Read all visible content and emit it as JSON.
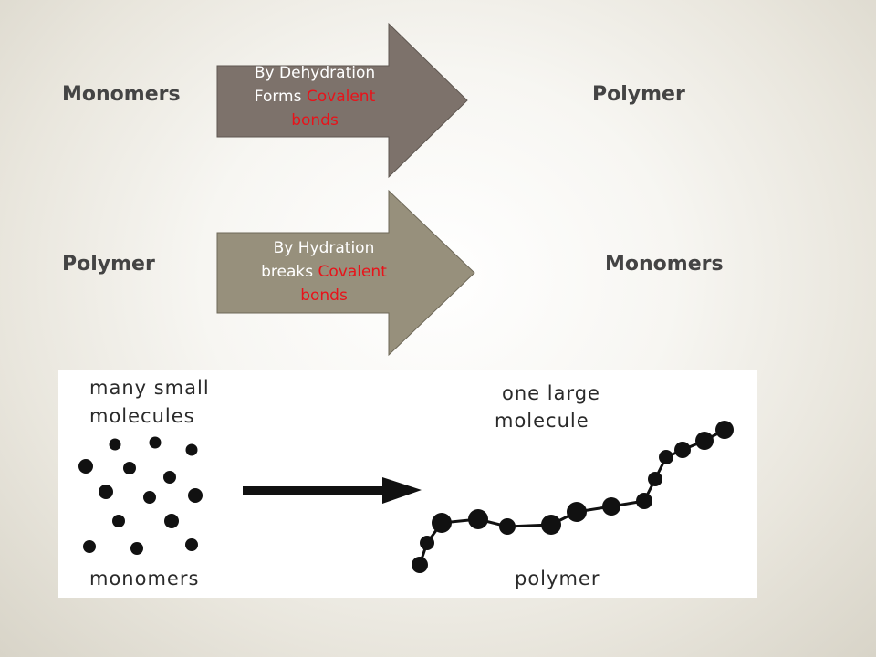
{
  "row1": {
    "left_label": "Monomers",
    "right_label": "Polymer",
    "arrow": {
      "line1": "By Dehydration",
      "line2_prefix": "Forms ",
      "line2_red": "Covalent",
      "line3_red": "bonds"
    },
    "arrow_color": "#7d726b"
  },
  "row2": {
    "left_label": "Polymer",
    "right_label": "Monomers",
    "arrow": {
      "line1": "By Hydration",
      "line2_prefix": "breaks ",
      "line2_red": "Covalent",
      "line3_red": "bonds"
    },
    "arrow_color": "#97907c"
  },
  "drawing": {
    "left_caption_line1": "many small",
    "left_caption_line2": "molecules",
    "left_footer": "monomers",
    "right_caption_line1": "one large",
    "right_caption_line2": "molecule",
    "right_footer": "polymer"
  },
  "colors": {
    "accent_red": "#e8131a",
    "label_text": "#444444",
    "ink": "#111111"
  }
}
